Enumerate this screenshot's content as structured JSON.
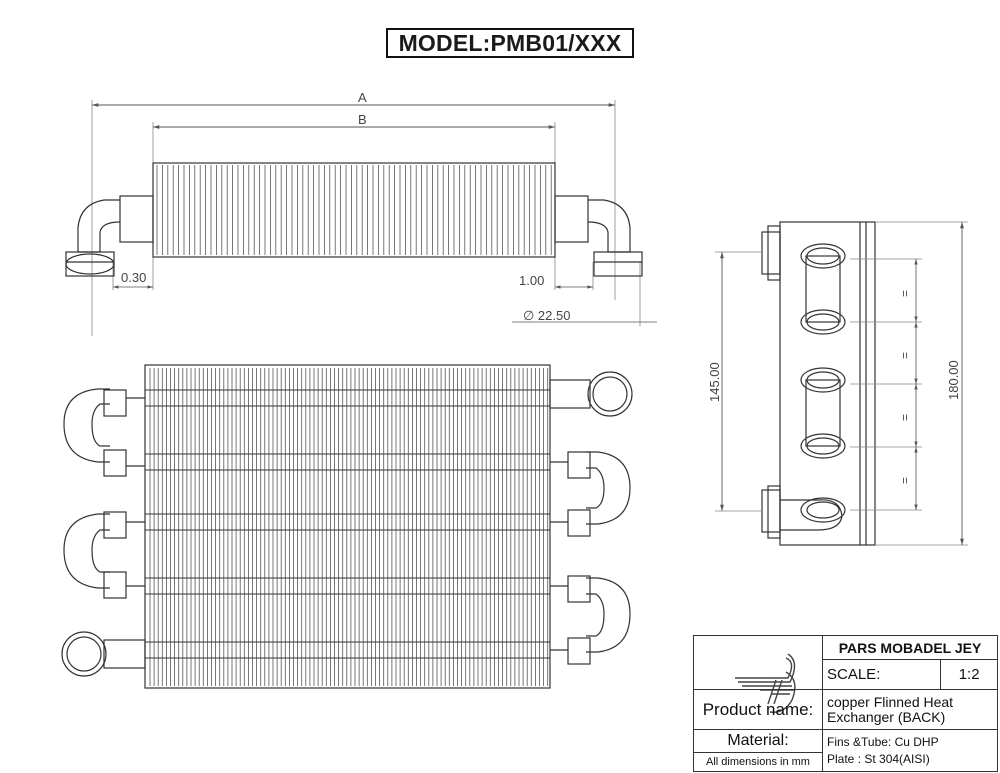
{
  "title": "MODEL:PMB01/XXX",
  "dimensions": {
    "a": "A",
    "b": "B",
    "gap_left": "0.30",
    "gap_right": "1.00",
    "diameter": "∅ 22.50",
    "overall_height": "180.00",
    "pipe_span": "145.00",
    "equal_mark": "="
  },
  "title_block": {
    "company": "PARS MOBADEL JEY",
    "scale_label": "SCALE:",
    "scale_value": "1:2",
    "product_label": "Product name:",
    "product_line1": "copper Flinned Heat",
    "product_line2": "Exchanger (BACK)",
    "material_label": "Material:",
    "material_line1": "Fins &Tube: Cu DHP",
    "material_line2": "Plate : St 304(AISI)",
    "units_note": "All dimensions in mm"
  }
}
